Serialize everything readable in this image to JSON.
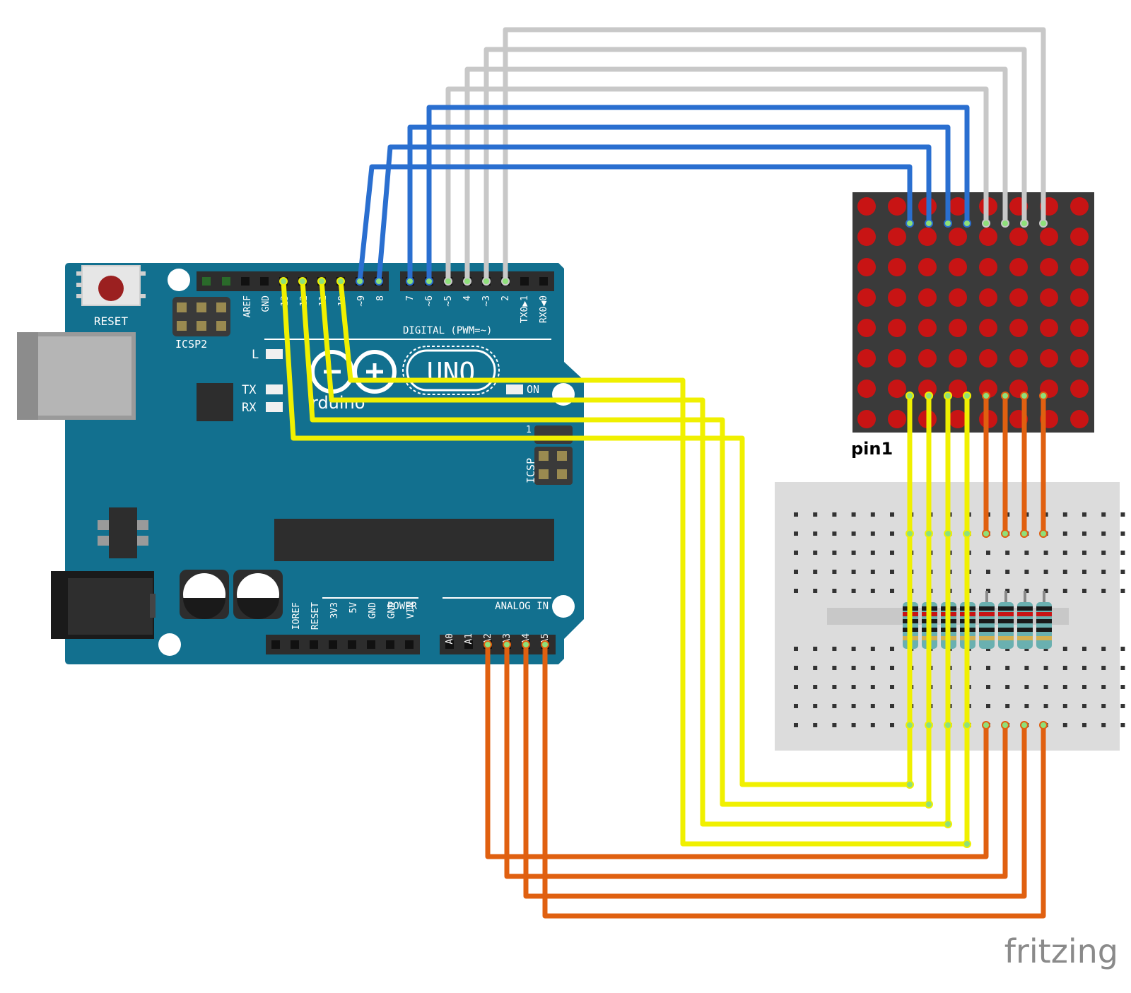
{
  "board": {
    "reset_label": "RESET",
    "icsp2_label": "ICSP2",
    "icsp_label": "ICSP",
    "icsp_pin1_label": "1",
    "digital_header_label": "DIGITAL (PWM=~)",
    "power_header_label": "POWER",
    "analog_header_label": "ANALOG IN",
    "led_labels": {
      "l": "L",
      "tx": "TX",
      "rx": "RX",
      "on": "ON"
    },
    "logo_word": "UNO",
    "brand_word": "rduino",
    "digital_pins_left": [
      "AREF",
      "GND",
      "13",
      "12",
      "~11",
      "~10",
      "~9",
      "8"
    ],
    "digital_pins_right": [
      "7",
      "~6",
      "~5",
      "4",
      "~3",
      "2",
      "TX0▶1",
      "RX0◀0"
    ],
    "power_pins": [
      "IOREF",
      "RESET",
      "3V3",
      "5V",
      "GND",
      "GND",
      "VIN"
    ],
    "analog_pins": [
      "A0",
      "A1",
      "A2",
      "A3",
      "A4",
      "A5"
    ]
  },
  "matrix": {
    "pin1_label": "pin1",
    "rows": 8,
    "cols": 8,
    "led_color": "#c81414",
    "body_color": "#3a3a3a"
  },
  "breadboard": {
    "resistor_count": 8
  },
  "wires": {
    "colors": {
      "blue": "#2a6fd0",
      "gray": "#c8c8c8",
      "yellow": "#f0f000",
      "orange": "#e06010"
    },
    "gray": "matrix top pins 5-8 to digital pins 5,4,3,2",
    "blue": "matrix top pins 1-4 to digital pins 9,8,7,6",
    "yellow": "matrix bottom pins 1-4 to digital pins 13,12,11,10",
    "orange": "matrix bottom pins 5-8 through resistors to analog A2-A5"
  },
  "watermark": "fritzing"
}
